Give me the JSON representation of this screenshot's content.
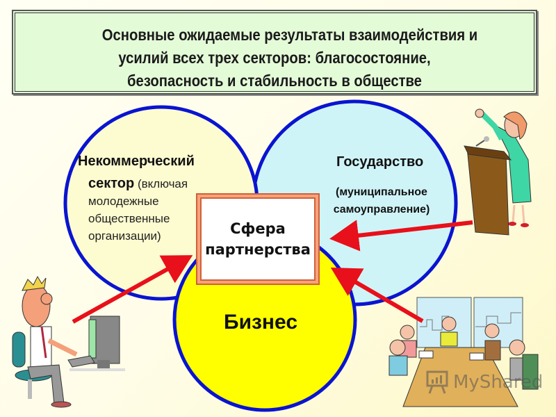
{
  "title": {
    "line1": "Основные ожидаемые результаты взаимодействия и",
    "line2": "усилий всех трех секторов: благосостояние,",
    "line3": "безопасность и стабильность в обществе"
  },
  "sectors": {
    "nonprofit": {
      "title": "Некоммерческий",
      "sub_bold": "сектор",
      "sub_rest_1": " (включая",
      "sub_rest_2": "молодежные",
      "sub_rest_3": "общественные",
      "sub_rest_4": "организации)",
      "fill": "#fdfbd0"
    },
    "state": {
      "title": "Государство",
      "sub_1": "(муниципальное",
      "sub_2": "самоуправление)",
      "fill": "#cff4f8"
    },
    "business": {
      "title": "Бизнес",
      "fill": "#ffff00"
    }
  },
  "center": {
    "line1": "Сфера",
    "line2": "партнерства"
  },
  "colors": {
    "circle_stroke": "#0a14d0",
    "arrow": "#e8101a",
    "title_bg": "#e4fbd8"
  },
  "illustrations": {
    "office_worker": "man-at-computer",
    "speaker": "woman-at-podium",
    "meeting": "business-meeting"
  },
  "watermark": {
    "text": "MyShared"
  }
}
